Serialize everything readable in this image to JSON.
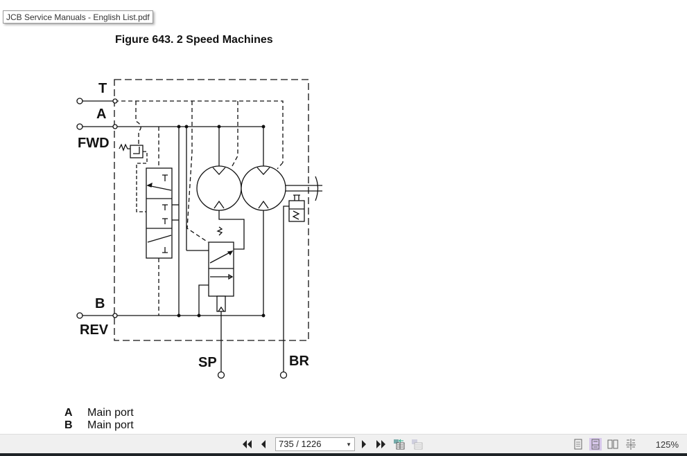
{
  "tooltip": "JCB Service Manuals - English List.pdf",
  "figure_title": "Figure 643. 2 Speed Machines",
  "diagram_labels": {
    "t": "T",
    "a": "A",
    "fwd": "FWD",
    "b": "B",
    "rev": "REV",
    "sp": "SP",
    "br": "BR"
  },
  "legend": [
    {
      "key": "A",
      "text": "Main port"
    },
    {
      "key": "B",
      "text": "Main port"
    }
  ],
  "toolbar": {
    "page_value": "735 / 1226",
    "zoom": "125%",
    "view_mode_active": "continuous"
  }
}
